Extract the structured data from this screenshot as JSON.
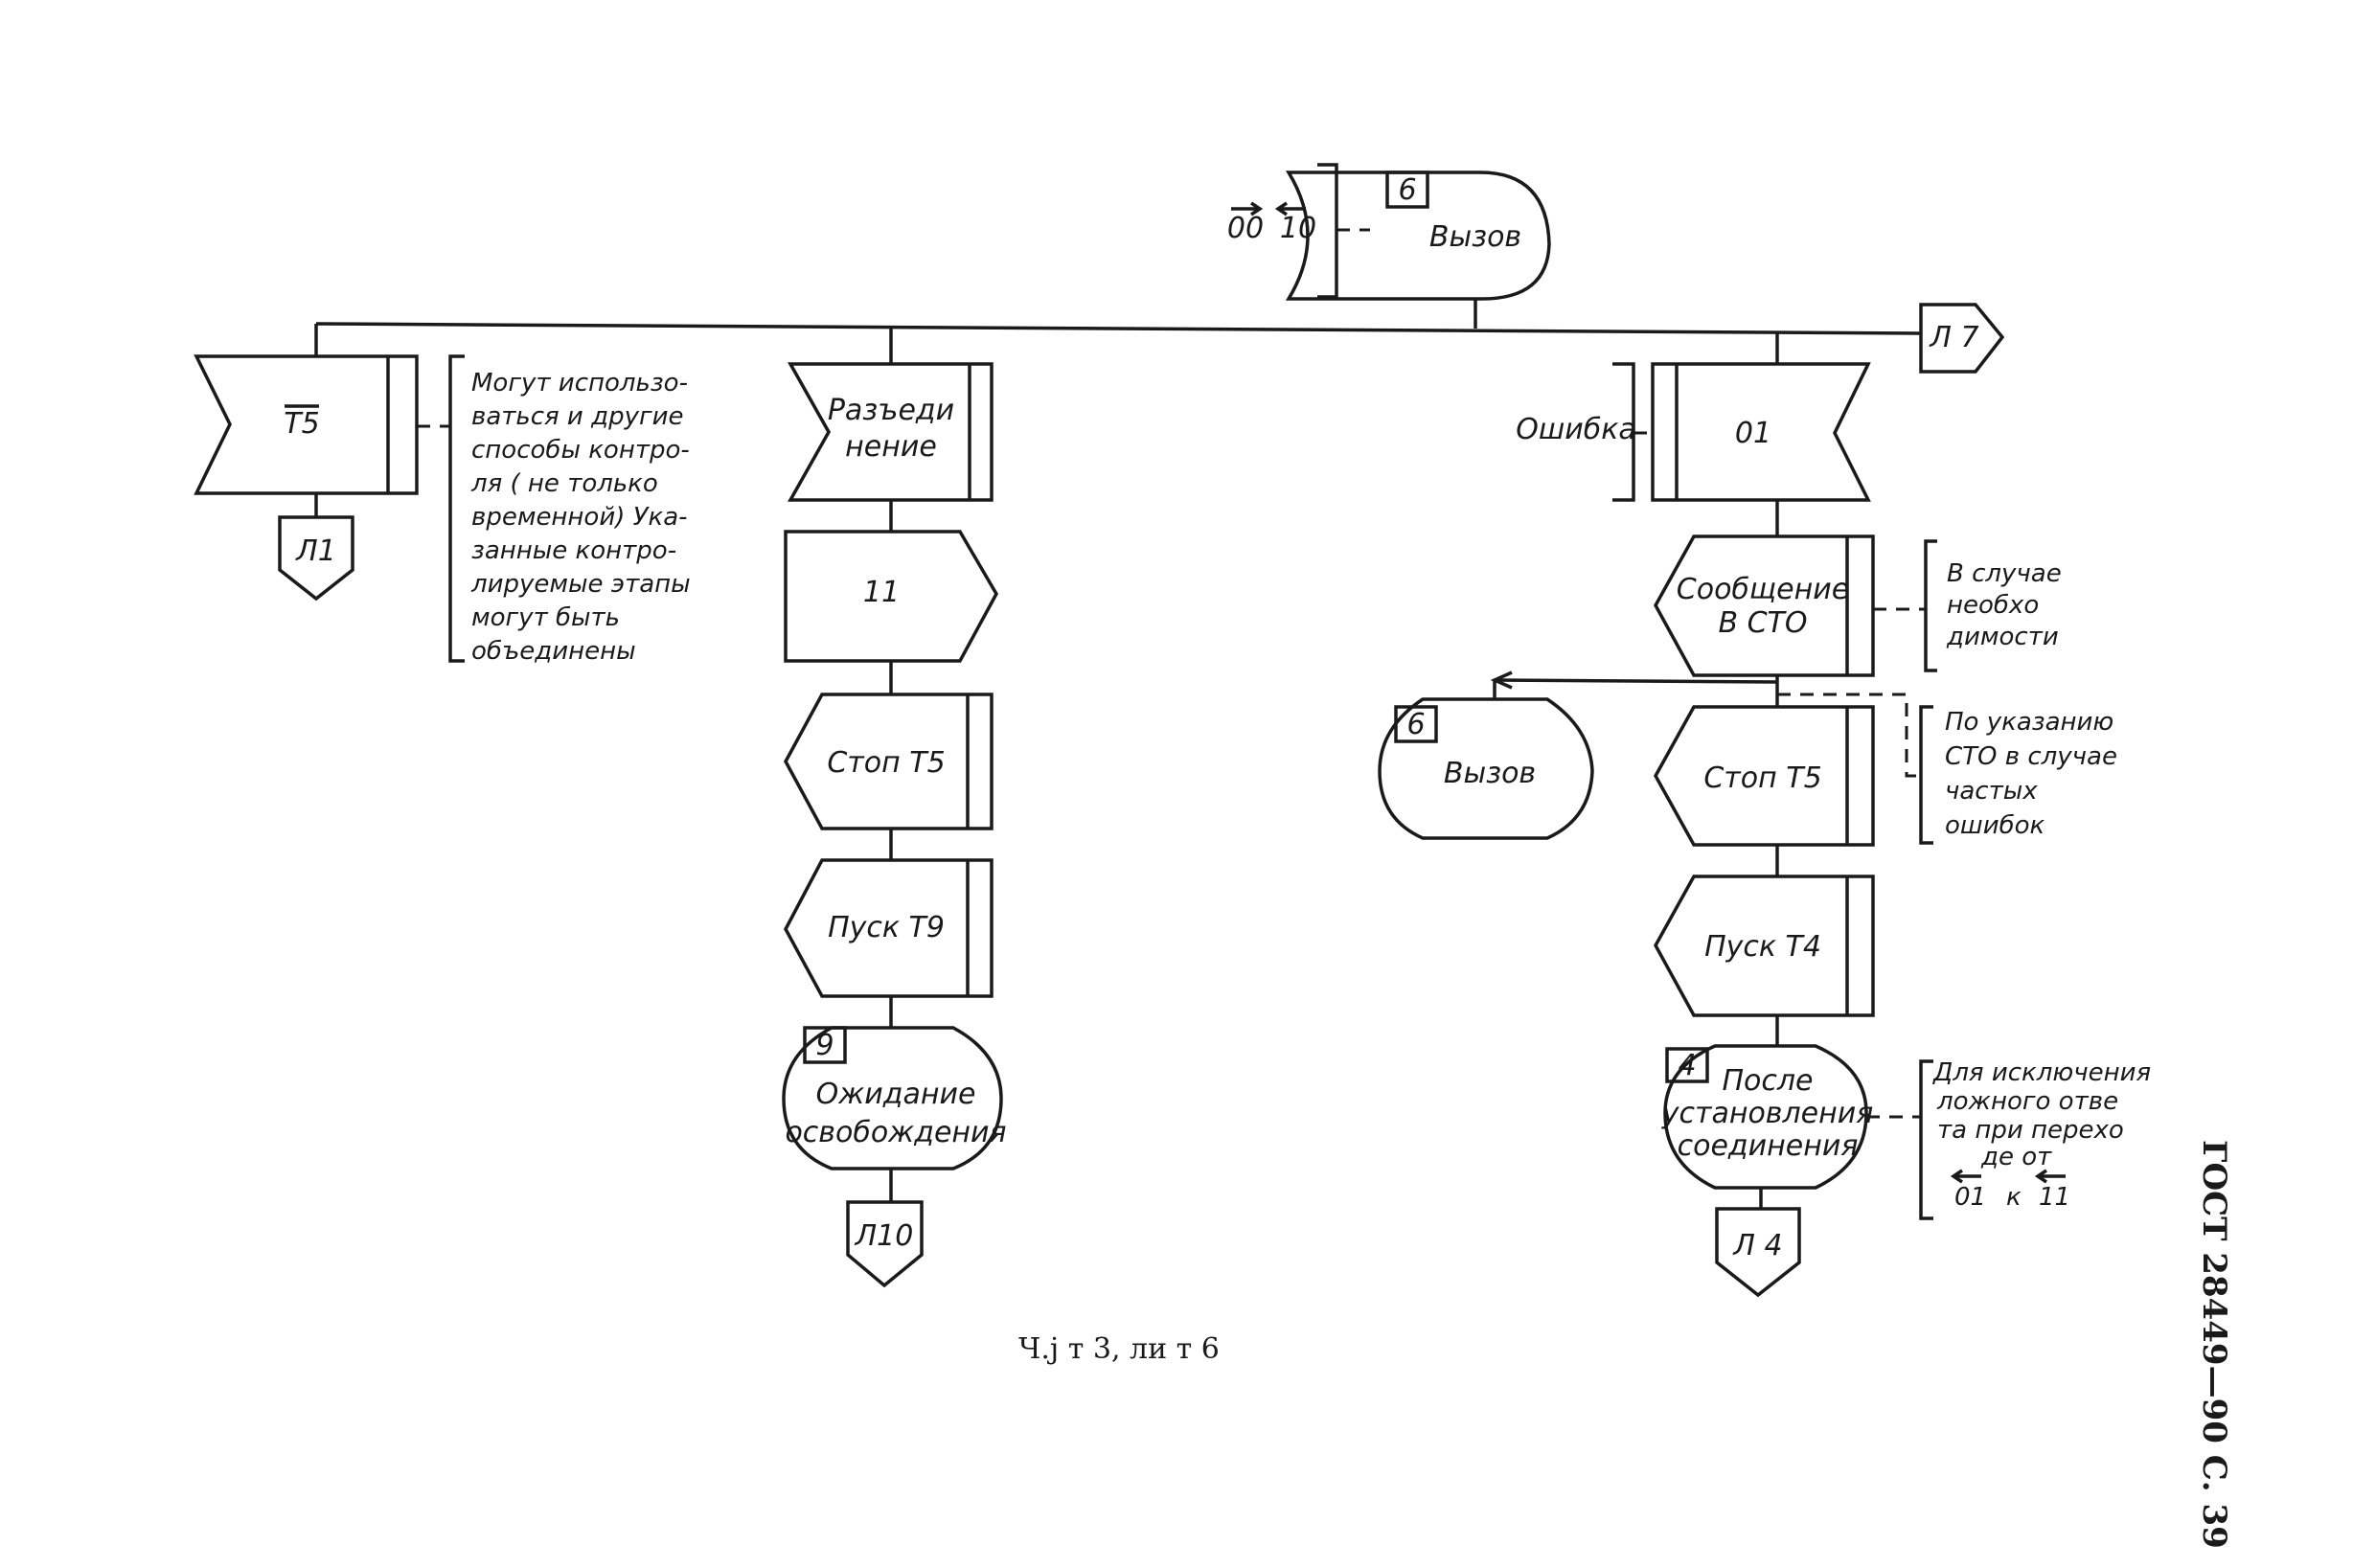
{
  "labels": {
    "call_top": "Вызов",
    "call_top_num": "6",
    "sig_00": "00",
    "sig_10": "10",
    "conn_l7": "Л 7",
    "t5_left": "T5",
    "conn_l1": "Л1",
    "note_left": [
      "Могут использо-",
      "ваться и другие",
      "способы контро-",
      "ля ( не только",
      "временной) Ука-",
      "занные контро-",
      "лируемые этапы",
      "могут быть",
      "объединены"
    ],
    "disconnect": [
      "Разъеди",
      "нение"
    ],
    "sig_11": "11",
    "stop_t5_mid": "Стоп T5",
    "start_t9": "Пуск T9",
    "wait_num": "9",
    "wait": [
      "Ожидание",
      "освобождения"
    ],
    "conn_l10": "Л10",
    "error_label": "Ошибка",
    "sig_01": "01",
    "msg_cto": [
      "Сообщение",
      "В СТО"
    ],
    "note_need": [
      "В случае",
      "необхо",
      "димости"
    ],
    "call_right_num": "6",
    "call_right": "Вызов",
    "stop_t5_right": "Стоп T5",
    "note_cto": [
      "По указанию",
      "СТО в случае",
      "частых",
      "ошибок"
    ],
    "start_t4": "Пуск T4",
    "after_num": "4",
    "after": [
      "После",
      "установления",
      "соединения"
    ],
    "note_false": [
      "Для исключения",
      "ложного отве",
      "та при перехо",
      "де от"
    ],
    "note_false_from": "01",
    "note_false_k": "к",
    "note_false_to": "11",
    "conn_l4": "Л 4"
  },
  "footer": "Ч.ј т 3, ли т 6",
  "side_caption": "ГОСТ 28449—90 С. 39"
}
